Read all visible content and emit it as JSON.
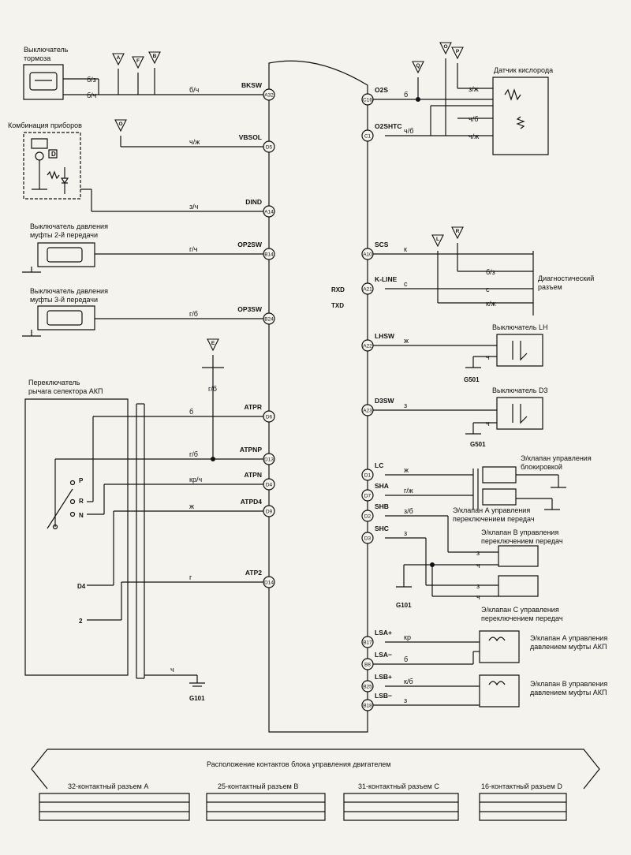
{
  "ecu_left_pins": [
    {
      "name": "BKSW",
      "pin": "A32",
      "wire": "б/ч"
    },
    {
      "name": "VBSOL",
      "pin": "D5",
      "wire": "ч/ж"
    },
    {
      "name": "DIND",
      "pin": "A14",
      "wire": "з/ч"
    },
    {
      "name": "OP2SW",
      "pin": "B14",
      "wire": "г/ч"
    },
    {
      "name": "OP3SW",
      "pin": "B24",
      "wire": "г/б"
    },
    {
      "name": "ATPR",
      "pin": "D6",
      "wire": "б"
    },
    {
      "name": "ATPNP",
      "pin": "D13",
      "wire": "г/б"
    },
    {
      "name": "ATPN",
      "pin": "D4",
      "wire": "кр/ч"
    },
    {
      "name": "ATPD4",
      "pin": "D9",
      "wire": "ж"
    },
    {
      "name": "ATP2",
      "pin": "D14",
      "wire": "г"
    }
  ],
  "ecu_right_pins": [
    {
      "name": "O2S",
      "pin": "C16",
      "wire": "б"
    },
    {
      "name": "O2SHTC",
      "pin": "C1",
      "wire": "ч/б"
    },
    {
      "name": "SCS",
      "pin": "A10",
      "wire": "к"
    },
    {
      "name": "K-LINE",
      "pin": "A21",
      "wire": "с"
    },
    {
      "name": "LHSW",
      "pin": "A22",
      "wire": "ж"
    },
    {
      "name": "D3SW",
      "pin": "A23",
      "wire": "з"
    },
    {
      "name": "LC",
      "pin": "D1",
      "wire": "ж"
    },
    {
      "name": "SHA",
      "pin": "D7",
      "wire": "г/ж"
    },
    {
      "name": "SHB",
      "pin": "D2",
      "wire": "з/б"
    },
    {
      "name": "SHC",
      "pin": "D3",
      "wire": "з"
    },
    {
      "name": "LSA+",
      "pin": "B17",
      "wire": "кр"
    },
    {
      "name": "LSA−",
      "pin": "B8",
      "wire": "б"
    },
    {
      "name": "LSB+",
      "pin": "B25",
      "wire": "к/б"
    },
    {
      "name": "LSB−",
      "pin": "B18",
      "wire": "з"
    }
  ],
  "components": {
    "brake_switch": [
      "Выключатель",
      "тормоза"
    ],
    "instrument_cluster": "Комбинация приборов",
    "op2_switch": [
      "Выключатель давления",
      "муфты 2-й передачи"
    ],
    "op3_switch": [
      "Выключатель давления",
      "муфты 3-й передачи"
    ],
    "selector_switch": [
      "Переключатель",
      "рычага селектора АКП"
    ],
    "oxygen_sensor": "Датчик кислорода",
    "diag_connector": [
      "Диагностический",
      "разъем"
    ],
    "lh_switch": "Выключатель LH",
    "d3_switch": "Выключатель D3",
    "lockup_solenoid": [
      "Э/клапан управления",
      "блокировкой"
    ],
    "shift_a": [
      "Э/клапан А управления",
      "переключением передач"
    ],
    "shift_b": [
      "Э/клапан B управления",
      "переключением передач"
    ],
    "shift_c": [
      "Э/клапан C управления",
      "переключением передач"
    ],
    "pressure_a": [
      "Э/клапан А управления",
      "давлением муфты АКП"
    ],
    "pressure_b": [
      "Э/клапан B управления",
      "давлением муфты АКП"
    ]
  },
  "misc_labels": {
    "rxd": "RXD",
    "txd": "TXD",
    "d_box": "D",
    "g501a": "G501",
    "g501b": "G501",
    "g101a": "G101",
    "g101b": "G101",
    "sel_p": "P",
    "sel_r": "R",
    "sel_n": "N",
    "sel_d4": "D4",
    "sel_2": "2",
    "ref_a": "A",
    "ref_f": "F",
    "ref_b": "B",
    "ref_o": "O",
    "ref_o2": "O",
    "ref_q": "Q",
    "ref_p": "P",
    "ref_l": "L",
    "ref_r": "R",
    "ref_e": "E",
    "w_bch2": "б/ч",
    "w_bz": "б/з",
    "w_gb_e": "г/б",
    "w_ch_sel": "ч",
    "w_zzh": "з/ж",
    "w_chb2": "ч/б",
    "w_chzh2": "ч/ж",
    "w_bz_diag": "б/з",
    "w_s_diag": "с",
    "w_kzh": "к/ж",
    "w_ch_lh": "ч",
    "w_ch_d3": "ч",
    "w_ch_g101a": "ч",
    "w_z_shb": "з",
    "w_ch_shb": "ч",
    "w_z_shc": "з"
  },
  "footer": {
    "title": "Расположение контактов блока управления двигателем",
    "connectors": [
      {
        "label": "32-контактный разъем A"
      },
      {
        "label": "25-контактный разъем B"
      },
      {
        "label": "31-контактный разъем C"
      },
      {
        "label": "16-контактный разъем D"
      }
    ]
  }
}
